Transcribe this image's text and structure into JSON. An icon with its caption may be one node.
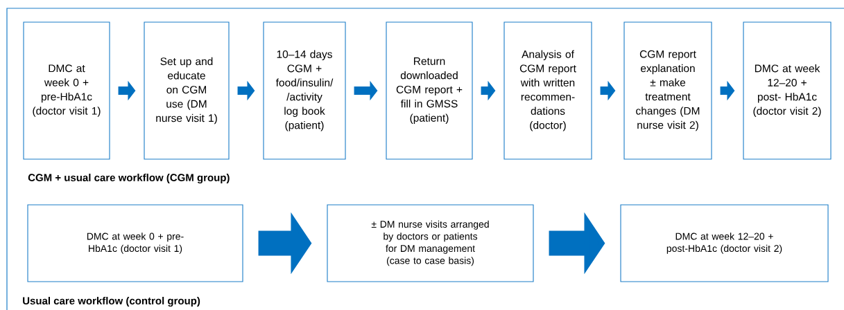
{
  "diagram": {
    "nodes": [
      {
        "text": [
          "DMC at week 0 + pre-HbA1c (doctor visit 1)"
        ]
      },
      {
        "text": [
          "Set up and educate on CGM use (DM nurse visit 1)"
        ]
      },
      {
        "text": [
          "10–14 days CGM + food/insulin/ /activity log book (patient)"
        ]
      },
      {
        "text": [
          "Return downloaded CGM report + fill in GMSS (patient)"
        ]
      },
      {
        "text": [
          "Analysis of CGM report with written recommen- dations (doctor)"
        ]
      },
      {
        "text": [
          "CGM report explanation ± make treatment changes (DM nurse visit 2)"
        ]
      },
      {
        "text": [
          "DMC at week 12–20 + post- HbA1c (doctor visit 2)"
        ]
      },
      {
        "text": [
          "DMC at week 0 + pre-HbA1c (doctor visit 1)"
        ]
      },
      {
        "text": [
          "± DM nurse visits arranged by doctors or patients for DM management (case to case basis)"
        ]
      },
      {
        "text": [
          "DMC at week 12–20 + post-HbA1c (doctor visit 2)"
        ]
      }
    ],
    "edges": [
      {
        "from": 0,
        "to": 1,
        "arrow": "to"
      },
      {
        "from": 1,
        "to": 2,
        "arrow": "to"
      },
      {
        "from": 2,
        "to": 3,
        "arrow": "to"
      },
      {
        "from": 3,
        "to": 4,
        "arrow": "to"
      },
      {
        "from": 4,
        "to": 5,
        "arrow": "to"
      },
      {
        "from": 5,
        "to": 6,
        "arrow": "to"
      },
      {
        "from": 7,
        "to": 8,
        "arrow": "to",
        "style": "thick"
      },
      {
        "from": 8,
        "to": 9,
        "arrow": "to",
        "style": "thick"
      }
    ],
    "labels": [
      "CGM + usual care workflow (CGM group)",
      "Usual care workflow (control group)"
    ]
  }
}
